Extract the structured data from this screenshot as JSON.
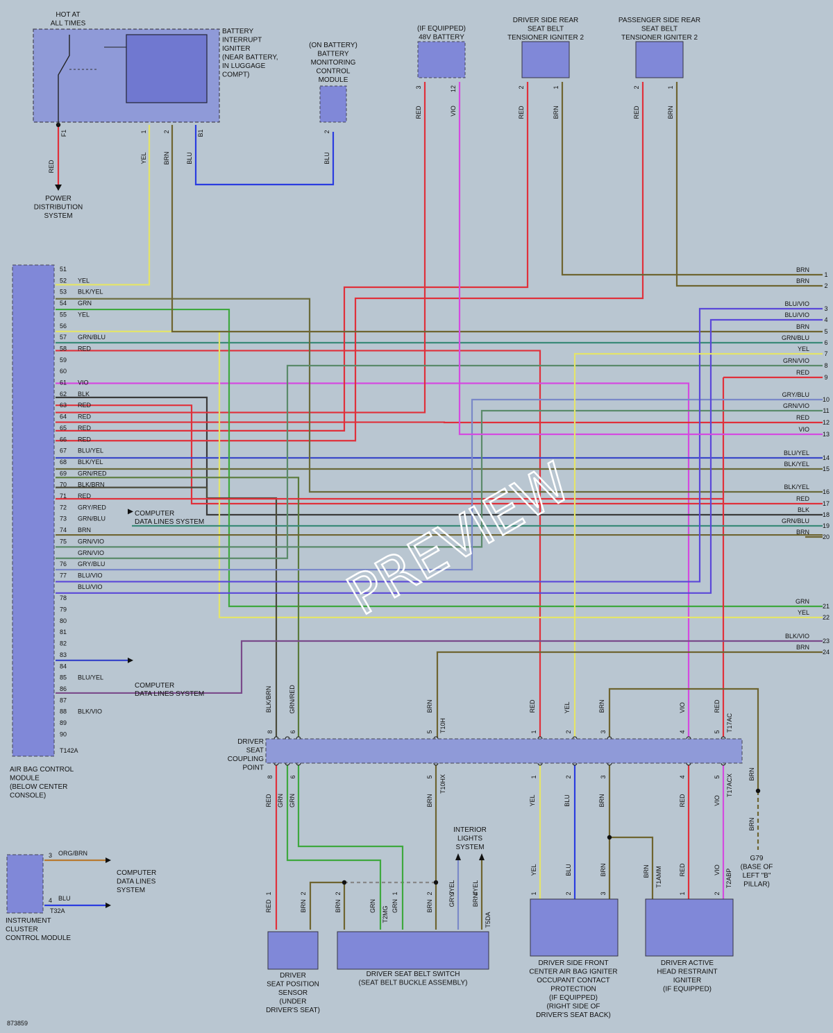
{
  "components": {
    "hot_at_all_times": [
      "HOT AT",
      "ALL TIMES"
    ],
    "battery_interrupt": [
      "BATTERY",
      "INTERRUPT",
      "IGNITER",
      "(NEAR BATTERY,",
      "IN LUGGAGE",
      "COMPT)"
    ],
    "battery_monitor": [
      "(ON BATTERY)",
      "BATTERY",
      "MONITORING",
      "CONTROL",
      "MODULE"
    ],
    "battery_48v": [
      "(IF EQUIPPED)",
      "48V BATTERY"
    ],
    "driver_rear_tensioner": [
      "DRIVER SIDE REAR",
      "SEAT BELT",
      "TENSIONER IGNITER 2"
    ],
    "passenger_rear_tensioner": [
      "PASSENGER SIDE REAR",
      "SEAT BELT",
      "TENSIONER IGNITER 2"
    ],
    "power_distribution": [
      "POWER",
      "DISTRIBUTION",
      "SYSTEM"
    ],
    "airbag_module": [
      "AIR BAG CONTROL",
      "MODULE",
      "(BELOW CENTER",
      "CONSOLE)"
    ],
    "instrument_cluster": [
      "INSTRUMENT",
      "CLUSTER",
      "CONTROL MODULE"
    ],
    "computer_data_lines": [
      "COMPUTER",
      "DATA LINES SYSTEM"
    ],
    "computer_data_lines_3": [
      "COMPUTER",
      "DATA LINES",
      "SYSTEM"
    ],
    "coupling_point": [
      "DRIVER",
      "SEAT",
      "COUPLING",
      "POINT"
    ],
    "interior_lights": [
      "INTERIOR",
      "LIGHTS",
      "SYSTEM"
    ],
    "seat_position_sensor": [
      "DRIVER",
      "SEAT POSITION",
      "SENSOR",
      "(UNDER",
      "DRIVER'S SEAT)"
    ],
    "seat_belt_switch": [
      "DRIVER SEAT BELT SWITCH",
      "(SEAT BELT BUCKLE ASSEMBLY)"
    ],
    "front_center_airbag": [
      "DRIVER SIDE FRONT",
      "CENTER AIR BAG IGNITER",
      "OCCUPANT CONTACT",
      "PROTECTION",
      "(IF EQUIPPED)",
      "(RIGHT SIDE OF",
      "DRIVER'S SEAT BACK)"
    ],
    "head_restraint": [
      "DRIVER ACTIVE",
      "HEAD RESTRAINT",
      "IGNITER",
      "(IF EQUIPPED)"
    ],
    "ground": [
      "G79",
      "(BASE OF",
      "LEFT \"B\"",
      "PILLAR)"
    ]
  },
  "connectors": {
    "main": "T142A",
    "cluster": "T32A",
    "f1": "F1",
    "b1": "B1",
    "t10h": "T10H",
    "t10hx": "T10HX",
    "t17ac": "T17AC",
    "t17acx": "T17ACX",
    "t2mg": "T2MG",
    "t5da": "T5DA",
    "t1amm": "T1AMM",
    "t2abp": "T2ABP"
  },
  "pins": [
    {
      "n": "51",
      "c": ""
    },
    {
      "n": "52",
      "c": "YEL"
    },
    {
      "n": "53",
      "c": "BLK/YEL"
    },
    {
      "n": "54",
      "c": "GRN"
    },
    {
      "n": "55",
      "c": "YEL"
    },
    {
      "n": "56",
      "c": ""
    },
    {
      "n": "57",
      "c": "GRN/BLU"
    },
    {
      "n": "58",
      "c": "RED"
    },
    {
      "n": "59",
      "c": ""
    },
    {
      "n": "60",
      "c": ""
    },
    {
      "n": "61",
      "c": "VIO"
    },
    {
      "n": "62",
      "c": "BLK"
    },
    {
      "n": "63",
      "c": "RED"
    },
    {
      "n": "64",
      "c": "RED"
    },
    {
      "n": "65",
      "c": "RED"
    },
    {
      "n": "66",
      "c": "RED"
    },
    {
      "n": "67",
      "c": "BLU/YEL"
    },
    {
      "n": "68",
      "c": "BLK/YEL"
    },
    {
      "n": "69",
      "c": "GRN/RED"
    },
    {
      "n": "70",
      "c": "BLK/BRN"
    },
    {
      "n": "71",
      "c": "RED"
    },
    {
      "n": "72",
      "c": "GRY/RED"
    },
    {
      "n": "73",
      "c": "GRN/BLU"
    },
    {
      "n": "74",
      "c": "BRN"
    },
    {
      "n": "75",
      "c": "GRN/VIO"
    },
    {
      "n": "",
      "c": "GRN/VIO"
    },
    {
      "n": "76",
      "c": "GRY/BLU"
    },
    {
      "n": "77",
      "c": "BLU/VIO"
    },
    {
      "n": "",
      "c": "BLU/VIO"
    },
    {
      "n": "78",
      "c": ""
    },
    {
      "n": "79",
      "c": ""
    },
    {
      "n": "80",
      "c": ""
    },
    {
      "n": "81",
      "c": ""
    },
    {
      "n": "82",
      "c": ""
    },
    {
      "n": "83",
      "c": ""
    },
    {
      "n": "84",
      "c": ""
    },
    {
      "n": "85",
      "c": "BLU/YEL"
    },
    {
      "n": "86",
      "c": ""
    },
    {
      "n": "87",
      "c": ""
    },
    {
      "n": "88",
      "c": "BLK/VIO"
    },
    {
      "n": "89",
      "c": ""
    },
    {
      "n": "90",
      "c": ""
    }
  ],
  "right_terminals": [
    {
      "n": "1",
      "c": "BRN"
    },
    {
      "n": "2",
      "c": "BRN"
    },
    {
      "n": "3",
      "c": "BLU/VIO"
    },
    {
      "n": "4",
      "c": "BLU/VIO"
    },
    {
      "n": "5",
      "c": "BRN"
    },
    {
      "n": "6",
      "c": "GRN/BLU"
    },
    {
      "n": "7",
      "c": "YEL"
    },
    {
      "n": "8",
      "c": "GRN/VIO"
    },
    {
      "n": "9",
      "c": "RED"
    },
    {
      "n": "10",
      "c": "GRY/BLU"
    },
    {
      "n": "11",
      "c": "GRN/VIO"
    },
    {
      "n": "12",
      "c": "RED"
    },
    {
      "n": "13",
      "c": "VIO"
    },
    {
      "n": "14",
      "c": "BLU/YEL"
    },
    {
      "n": "15",
      "c": "BLK/YEL"
    },
    {
      "n": "16",
      "c": "BLK/YEL"
    },
    {
      "n": "17",
      "c": "RED"
    },
    {
      "n": "18",
      "c": "BLK"
    },
    {
      "n": "19",
      "c": "GRN/BLU"
    },
    {
      "n": "20",
      "c": "BRN"
    },
    {
      "n": "21",
      "c": "GRN"
    },
    {
      "n": "22",
      "c": "YEL"
    },
    {
      "n": "23",
      "c": "BLK/VIO"
    },
    {
      "n": "24",
      "c": "BRN"
    }
  ],
  "cluster_pins": [
    {
      "n": "3",
      "c": "ORG/BRN"
    },
    {
      "n": "4",
      "c": "BLU"
    }
  ],
  "wire_labels": {
    "red": "RED",
    "yel": "YEL",
    "brn": "BRN",
    "blu": "BLU",
    "vio": "VIO",
    "grn": "GRN",
    "blk_brn": "BLK/BRN",
    "grn_red": "GRN/RED",
    "gry_yel": "GRY/YEL",
    "brn_yel": "BRN/YEL"
  },
  "pin_numbers": {
    "p1": "1",
    "p2": "2",
    "p3": "3",
    "p4": "4",
    "p5": "5",
    "p6": "6",
    "p8": "8",
    "p12": "12"
  },
  "watermark": "PREVIEW",
  "diagram_id": "873859",
  "colors": {
    "RED": "#e0303a",
    "YEL": "#e4e46a",
    "BRN": "#6e6430",
    "BLU": "#2a3ce0",
    "VIO": "#d44ae0",
    "GRN": "#3ea83e",
    "BLK": "#3a3a3a",
    "GRY": "#8a8aa8",
    "BLK/YEL": "#6a6a3a",
    "GRN/BLU": "#3a8a78",
    "GRN/VIO": "#5a8a6a",
    "BLU/VIO": "#5a48d8",
    "BLU/YEL": "#3a48c8",
    "GRN/RED": "#5a7a3a",
    "BLK/BRN": "#4a4a3a",
    "GRY/BLU": "#7a88c8",
    "BLK/VIO": "#7a4a8a",
    "ORG/BRN": "#b87a30",
    "module": "#8088d8",
    "module_dark": "#7078d0"
  }
}
